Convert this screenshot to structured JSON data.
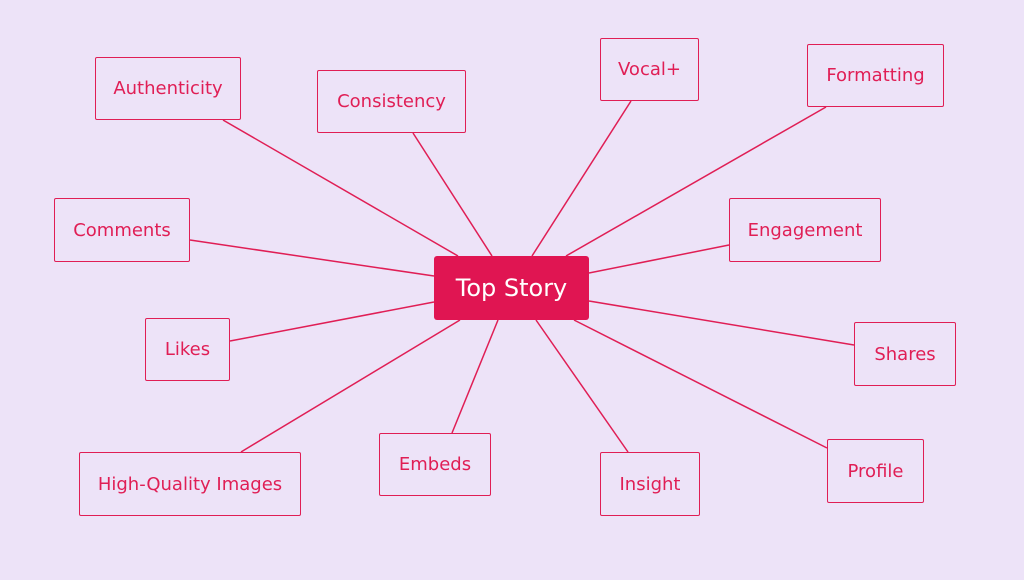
{
  "diagram": {
    "center": {
      "label": "Top Story"
    },
    "nodes": {
      "authenticity": "Authenticity",
      "consistency": "Consistency",
      "vocal_plus": "Vocal+",
      "formatting": "Formatting",
      "comments": "Comments",
      "engagement": "Engagement",
      "likes": "Likes",
      "shares": "Shares",
      "high_quality_images": "High-Quality Images",
      "embeds": "Embeds",
      "insight": "Insight",
      "profile": "Profile"
    }
  },
  "colors": {
    "background": "#ede3f8",
    "accent": "#e01e55",
    "center_fill": "#e01552",
    "center_text": "#ffffff"
  }
}
